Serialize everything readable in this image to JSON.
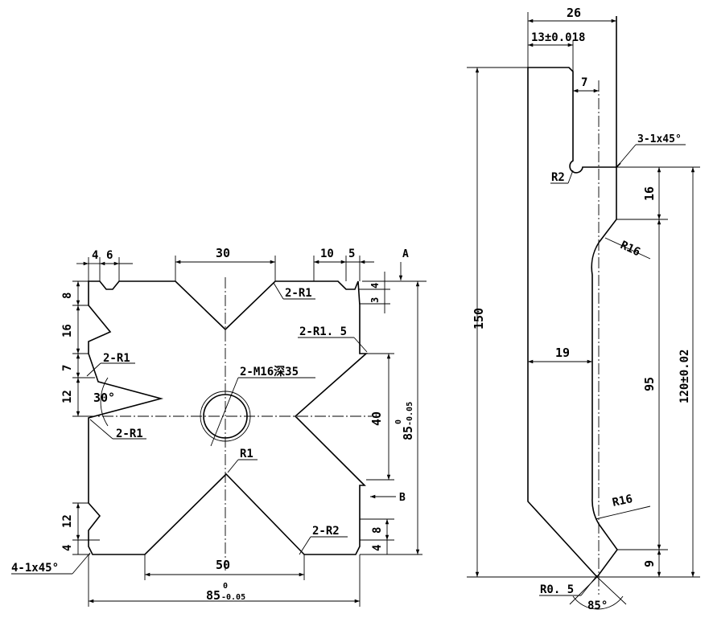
{
  "left_view": {
    "dims": {
      "top_4": "4",
      "top_6": "6",
      "top_30": "30",
      "top_10": "10",
      "top_5": "5",
      "datum_a": "A",
      "dim_4": "4",
      "dim_3": "3",
      "left_8": "8",
      "left_16": "16",
      "left_7": "7",
      "left_12_upper": "12",
      "left_12_lower": "12",
      "left_4": "4",
      "angle_30": "30°",
      "right_40": "40",
      "right_85": "85",
      "right_85_tol": "0",
      "right_85_tol_lower": "-0.05",
      "datum_b": "B",
      "right_8": "8",
      "right_4": "4",
      "bottom_50": "50",
      "bottom_85": "85",
      "bottom_85_tol": "0",
      "bottom_85_tol_lower": "-0.05"
    },
    "notes": {
      "r1_top": "2-R1",
      "r15": "2-R1. 5",
      "r1_left_upper": "2-R1",
      "r1_left_lower": "2-R1",
      "thread": "2-M16深35",
      "r1_center": "R1",
      "r2_bottom": "2-R2",
      "chamfer": "4-1x45°"
    }
  },
  "right_view": {
    "dims": {
      "top_26": "26",
      "top_13": "13±0.018",
      "dim_7": "7",
      "height_150": "150",
      "width_19": "19",
      "dim_16": "16",
      "dim_95": "95",
      "dim_9": "9",
      "height_120": "120±0.02",
      "angle_85": "85°"
    },
    "notes": {
      "chamfer": "3-1x45°",
      "r2": "R2",
      "r16_upper": "R16",
      "r16_lower": "R16",
      "r05": "R0. 5"
    }
  }
}
